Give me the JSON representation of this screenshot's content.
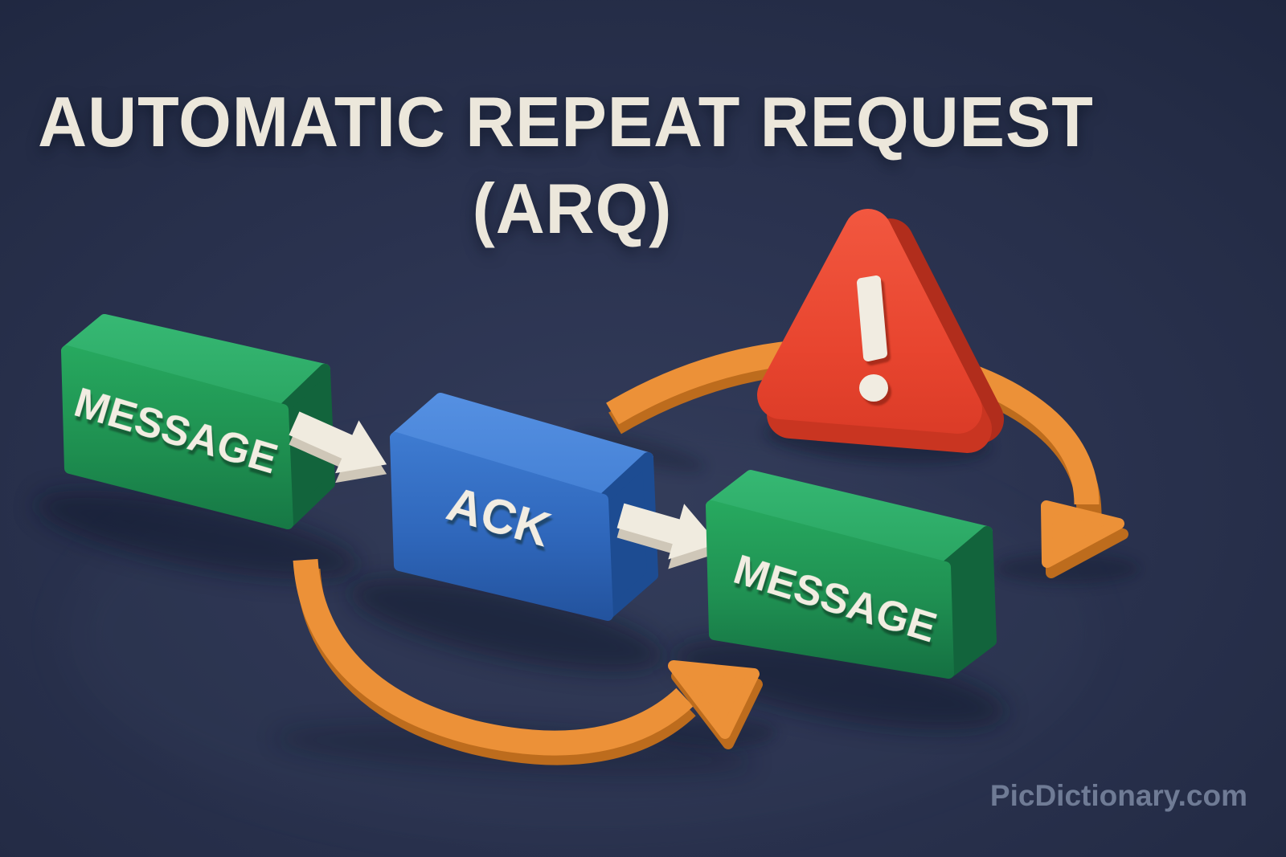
{
  "title": {
    "line1": "AUTOMATIC REPEAT REQUEST",
    "line2": "(ARQ)"
  },
  "diagram": {
    "sender_message_label": "MESSAGE",
    "ack_label": "ACK",
    "retransmitted_message_label": "MESSAGE"
  },
  "watermark": "PicDictionary.com",
  "palette": {
    "background_navy": "#273049",
    "title_cream": "#ece7db",
    "message_box_green": "#1f9052",
    "ack_box_blue": "#2f67bb",
    "warning_red": "#e8452f",
    "loop_arrow_orange": "#ec9138",
    "straight_arrow_cream": "#f0ebdf",
    "watermark_gray": "#76829c"
  }
}
